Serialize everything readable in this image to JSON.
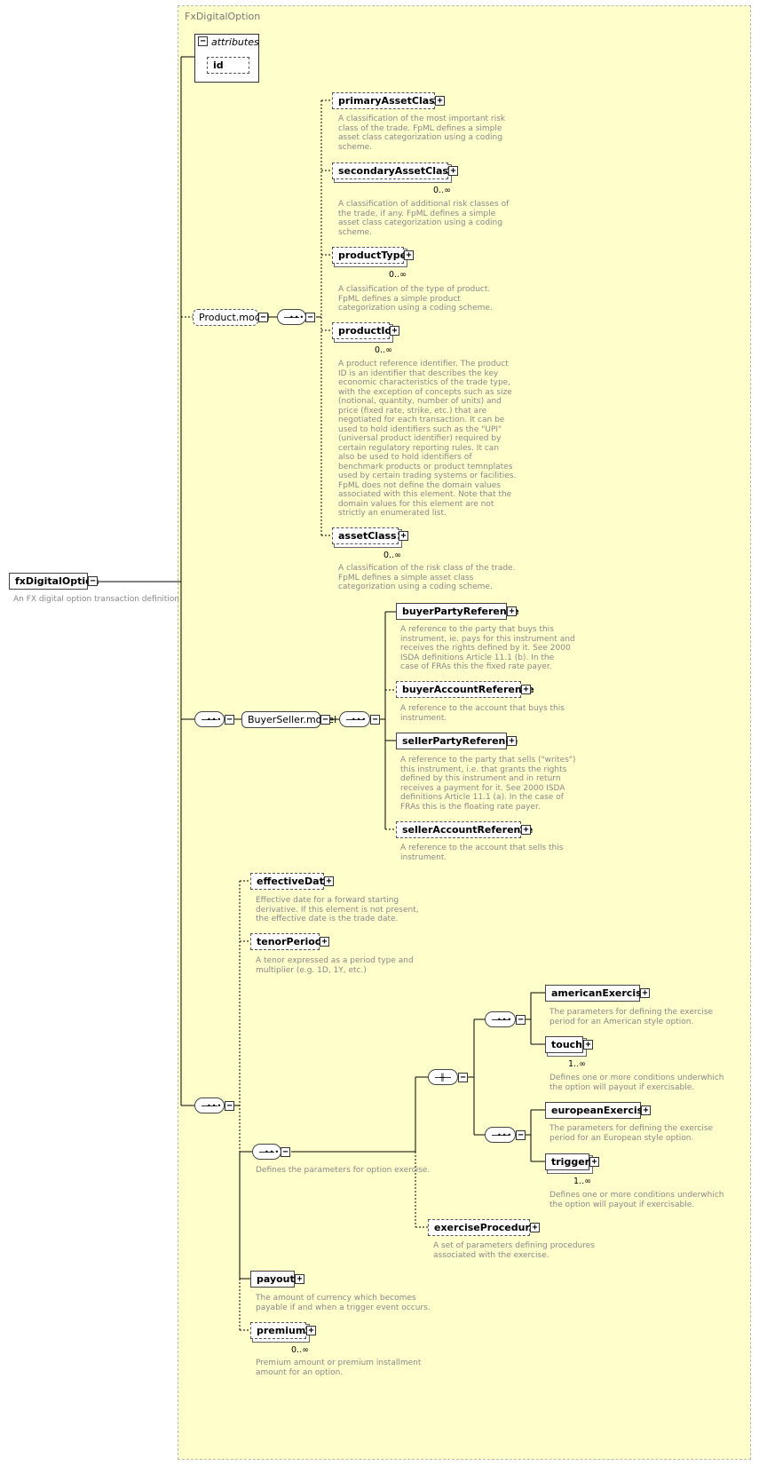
{
  "type_name": "FxDigitalOption",
  "root": {
    "label": "fxDigitalOption",
    "description": "An FX digital option transaction definition."
  },
  "attributes": {
    "title": "attributes",
    "items": [
      "id"
    ]
  },
  "product_model": {
    "label": "Product.model"
  },
  "buyer_seller_model": {
    "label": "BuyerSeller.model"
  },
  "elements": {
    "primaryAssetClass": {
      "label": "primaryAssetClass",
      "card": "",
      "desc": "A classification of the most important risk\nclass of the trade. FpML defines a simple\nasset class categorization using a coding\nscheme."
    },
    "secondaryAssetClass": {
      "label": "secondaryAssetClass",
      "card": "0..∞",
      "desc": "A classification of additional risk classes of\nthe trade, if any. FpML defines a simple\nasset class categorization using a coding\nscheme."
    },
    "productType": {
      "label": "productType",
      "card": "0..∞",
      "desc": "A classification of the type of product.\nFpML defines a simple product\ncategorization using a coding scheme."
    },
    "productId": {
      "label": "productId",
      "card": "0..∞",
      "desc": "A product reference identifier. The product\nID is an identifier that describes the key\neconomic characteristics of the trade type,\nwith the exception of concepts such as size\n(notional, quantity, number of units) and\nprice (fixed rate, strike, etc.) that are\nnegotiated for each transaction. It can be\nused to hold identifiers such as the \"UPI\"\n(universal product identifier) required by\ncertain regulatory reporting rules. It can\nalso be used to hold identifiers of\nbenchmark products or product temnplates\nused by certain trading systems or facilities.\nFpML does not define the domain values\nassociated with this element. Note that the\ndomain values for this element are not\nstrictly an enumerated list."
    },
    "assetClass": {
      "label": "assetClass",
      "card": "0..∞",
      "desc": "A classification of the risk class of the trade.\nFpML defines a simple asset class\ncategorization using a coding scheme."
    },
    "buyerPartyReference": {
      "label": "buyerPartyReference",
      "card": "",
      "desc": "A reference to the party that buys this\ninstrument, ie. pays for this instrument and\nreceives the rights defined by it. See 2000\nISDA definitions Article 11.1 (b). In the\ncase of FRAs this the fixed rate payer."
    },
    "buyerAccountReference": {
      "label": "buyerAccountReference",
      "card": "",
      "desc": "A reference to the account that buys this\ninstrument."
    },
    "sellerPartyReference": {
      "label": "sellerPartyReference",
      "card": "",
      "desc": "A reference to the party that sells (\"writes\")\nthis instrument, i.e. that grants the rights\ndefined by this instrument and in return\nreceives a payment for it. See 2000 ISDA\ndefinitions Article 11.1 (a). In the case of\nFRAs this is the floating rate payer."
    },
    "sellerAccountReference": {
      "label": "sellerAccountReference",
      "card": "",
      "desc": "A reference to the account that sells this\ninstrument."
    },
    "effectiveDate": {
      "label": "effectiveDate",
      "card": "",
      "desc": "Effective date for a forward starting\nderivative. If this element is not present,\nthe effective date is the trade date."
    },
    "tenorPeriod": {
      "label": "tenorPeriod",
      "card": "",
      "desc": "A tenor expressed as a period type and\nmultiplier (e.g. 1D, 1Y, etc.)"
    },
    "americanExercise": {
      "label": "americanExercise",
      "card": "",
      "desc": "The parameters for defining the exercise\nperiod for an American style option."
    },
    "touch": {
      "label": "touch",
      "card": "1..∞",
      "desc": "Defines one or more conditions underwhich\nthe option will payout if exercisable."
    },
    "europeanExercise": {
      "label": "europeanExercise",
      "card": "",
      "desc": "The parameters for defining the exercise\nperiod for an European style option."
    },
    "trigger": {
      "label": "trigger",
      "card": "1..∞",
      "desc": "Defines one or more conditions underwhich\nthe option will payout if exercisable."
    },
    "exerciseProcedure": {
      "label": "exerciseProcedure",
      "card": "",
      "desc": "A set of parameters defining procedures\nassociated with the exercise."
    },
    "payout": {
      "label": "payout",
      "card": "",
      "desc": "The amount of currency which becomes\npayable if and when a trigger event occurs."
    },
    "premium": {
      "label": "premium",
      "card": "0..∞",
      "desc": "Premium amount or premium installment\namount for an option."
    }
  },
  "exercise_sequence": {
    "desc": "Defines the parameters for option exercise."
  }
}
